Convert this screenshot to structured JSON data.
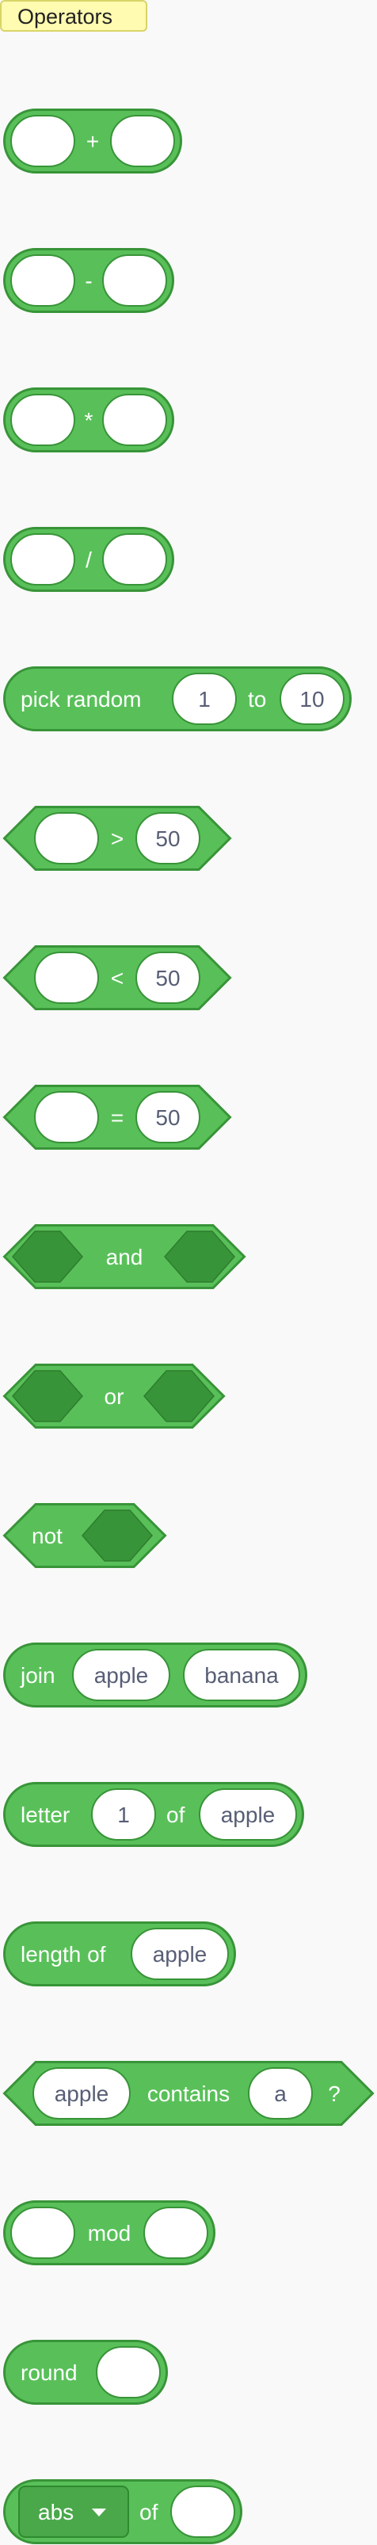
{
  "category": {
    "label": "Operators"
  },
  "colors": {
    "block_fill": "#59c059",
    "block_stroke": "#389438",
    "slot_fill": "#ffffff",
    "label_bg": "#fffbb0"
  },
  "blocks": {
    "add": {
      "op": "+"
    },
    "subtract": {
      "op": "-"
    },
    "multiply": {
      "op": "*"
    },
    "divide": {
      "op": "/"
    },
    "random": {
      "label": "pick random",
      "from": "1",
      "to_label": "to",
      "to": "10"
    },
    "gt": {
      "op": ">",
      "value": "50"
    },
    "lt": {
      "op": "<",
      "value": "50"
    },
    "eq": {
      "op": "=",
      "value": "50"
    },
    "and": {
      "label": "and"
    },
    "or": {
      "label": "or"
    },
    "not": {
      "label": "not"
    },
    "join": {
      "label": "join",
      "a": "apple",
      "b": "banana"
    },
    "letter": {
      "label": "letter",
      "index": "1",
      "of_label": "of",
      "word": "apple"
    },
    "length": {
      "label": "length of",
      "word": "apple"
    },
    "contains": {
      "word": "apple",
      "label": "contains",
      "char": "a",
      "suffix": "?"
    },
    "mod": {
      "label": "mod"
    },
    "round": {
      "label": "round"
    },
    "math": {
      "func": "abs",
      "dropdown_icon": "caret-down-icon",
      "of_label": "of"
    }
  }
}
